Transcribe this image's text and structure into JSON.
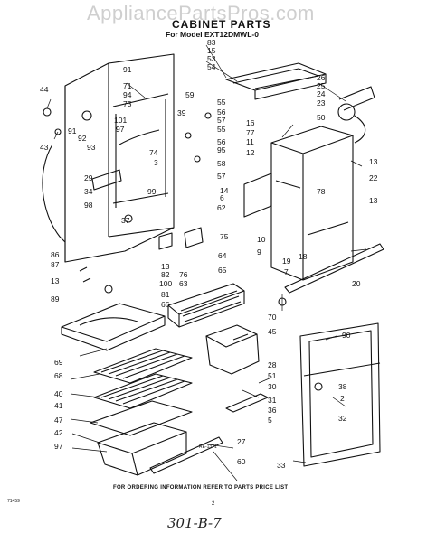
{
  "watermark": "AppliancePartsPros.com",
  "title": "CABINET PARTS",
  "model": "For Model EXT12DMWL-0",
  "footer": "FOR ORDERING INFORMATION REFER TO PARTS PRICE LIST",
  "page_number": "2",
  "form_number": "71459",
  "ref_code": "RE-1371",
  "handwritten_note": "301-B-7",
  "callouts": [
    {
      "id": "c83",
      "text": "83"
    },
    {
      "id": "c15",
      "text": "15"
    },
    {
      "id": "c53",
      "text": "53"
    },
    {
      "id": "c54",
      "text": "54"
    },
    {
      "id": "c44",
      "text": "44"
    },
    {
      "id": "c91a",
      "text": "91"
    },
    {
      "id": "c71",
      "text": "71"
    },
    {
      "id": "c94",
      "text": "94"
    },
    {
      "id": "c73",
      "text": "73"
    },
    {
      "id": "c101",
      "text": "101"
    },
    {
      "id": "c97a",
      "text": "97"
    },
    {
      "id": "c91b",
      "text": "91"
    },
    {
      "id": "c92",
      "text": "92"
    },
    {
      "id": "c93",
      "text": "93"
    },
    {
      "id": "c43",
      "text": "43"
    },
    {
      "id": "c59",
      "text": "59"
    },
    {
      "id": "c39",
      "text": "39"
    },
    {
      "id": "c55a",
      "text": "55"
    },
    {
      "id": "c56a",
      "text": "56"
    },
    {
      "id": "c57a",
      "text": "57"
    },
    {
      "id": "c55b",
      "text": "55"
    },
    {
      "id": "c56b",
      "text": "56"
    },
    {
      "id": "c95",
      "text": "95"
    },
    {
      "id": "c58",
      "text": "58"
    },
    {
      "id": "c74",
      "text": "74"
    },
    {
      "id": "c3",
      "text": "3"
    },
    {
      "id": "c29",
      "text": "29"
    },
    {
      "id": "c34",
      "text": "34"
    },
    {
      "id": "c99",
      "text": "99"
    },
    {
      "id": "c98",
      "text": "98"
    },
    {
      "id": "c37",
      "text": "37"
    },
    {
      "id": "c26",
      "text": "26"
    },
    {
      "id": "c25",
      "text": "25"
    },
    {
      "id": "c24",
      "text": "24"
    },
    {
      "id": "c23",
      "text": "23"
    },
    {
      "id": "c50",
      "text": "50"
    },
    {
      "id": "c16",
      "text": "16"
    },
    {
      "id": "c77",
      "text": "77"
    },
    {
      "id": "c11",
      "text": "11"
    },
    {
      "id": "c12",
      "text": "12"
    },
    {
      "id": "c13a",
      "text": "13"
    },
    {
      "id": "c22",
      "text": "22"
    },
    {
      "id": "c13b",
      "text": "13"
    },
    {
      "id": "c57b",
      "text": "57"
    },
    {
      "id": "c14",
      "text": "14"
    },
    {
      "id": "c6",
      "text": "6"
    },
    {
      "id": "c62",
      "text": "62"
    },
    {
      "id": "c78",
      "text": "78"
    },
    {
      "id": "c75",
      "text": "75"
    },
    {
      "id": "c10",
      "text": "10"
    },
    {
      "id": "c9",
      "text": "9"
    },
    {
      "id": "c18",
      "text": "18"
    },
    {
      "id": "c19",
      "text": "19"
    },
    {
      "id": "c7",
      "text": "7"
    },
    {
      "id": "c64",
      "text": "64"
    },
    {
      "id": "c65",
      "text": "65"
    },
    {
      "id": "c86",
      "text": "86"
    },
    {
      "id": "c87",
      "text": "87"
    },
    {
      "id": "c13c",
      "text": "13"
    },
    {
      "id": "c89",
      "text": "89"
    },
    {
      "id": "c13d",
      "text": "13"
    },
    {
      "id": "c82",
      "text": "82"
    },
    {
      "id": "c100",
      "text": "100"
    },
    {
      "id": "c63",
      "text": "63"
    },
    {
      "id": "c76",
      "text": "76"
    },
    {
      "id": "c81",
      "text": "81"
    },
    {
      "id": "c66",
      "text": "66"
    },
    {
      "id": "c20",
      "text": "20"
    },
    {
      "id": "c70",
      "text": "70"
    },
    {
      "id": "c45",
      "text": "45"
    },
    {
      "id": "c69",
      "text": "69"
    },
    {
      "id": "c68",
      "text": "68"
    },
    {
      "id": "c90",
      "text": "90"
    },
    {
      "id": "c28",
      "text": "28"
    },
    {
      "id": "c51",
      "text": "51"
    },
    {
      "id": "c30",
      "text": "30"
    },
    {
      "id": "c40",
      "text": "40"
    },
    {
      "id": "c41",
      "text": "41"
    },
    {
      "id": "c31",
      "text": "31"
    },
    {
      "id": "c36",
      "text": "36"
    },
    {
      "id": "c5",
      "text": "5"
    },
    {
      "id": "c38",
      "text": "38"
    },
    {
      "id": "c2",
      "text": "2"
    },
    {
      "id": "c32",
      "text": "32"
    },
    {
      "id": "c47",
      "text": "47"
    },
    {
      "id": "c42",
      "text": "42"
    },
    {
      "id": "c97b",
      "text": "97"
    },
    {
      "id": "c27",
      "text": "27"
    },
    {
      "id": "c60",
      "text": "60"
    },
    {
      "id": "c33",
      "text": "33"
    }
  ]
}
